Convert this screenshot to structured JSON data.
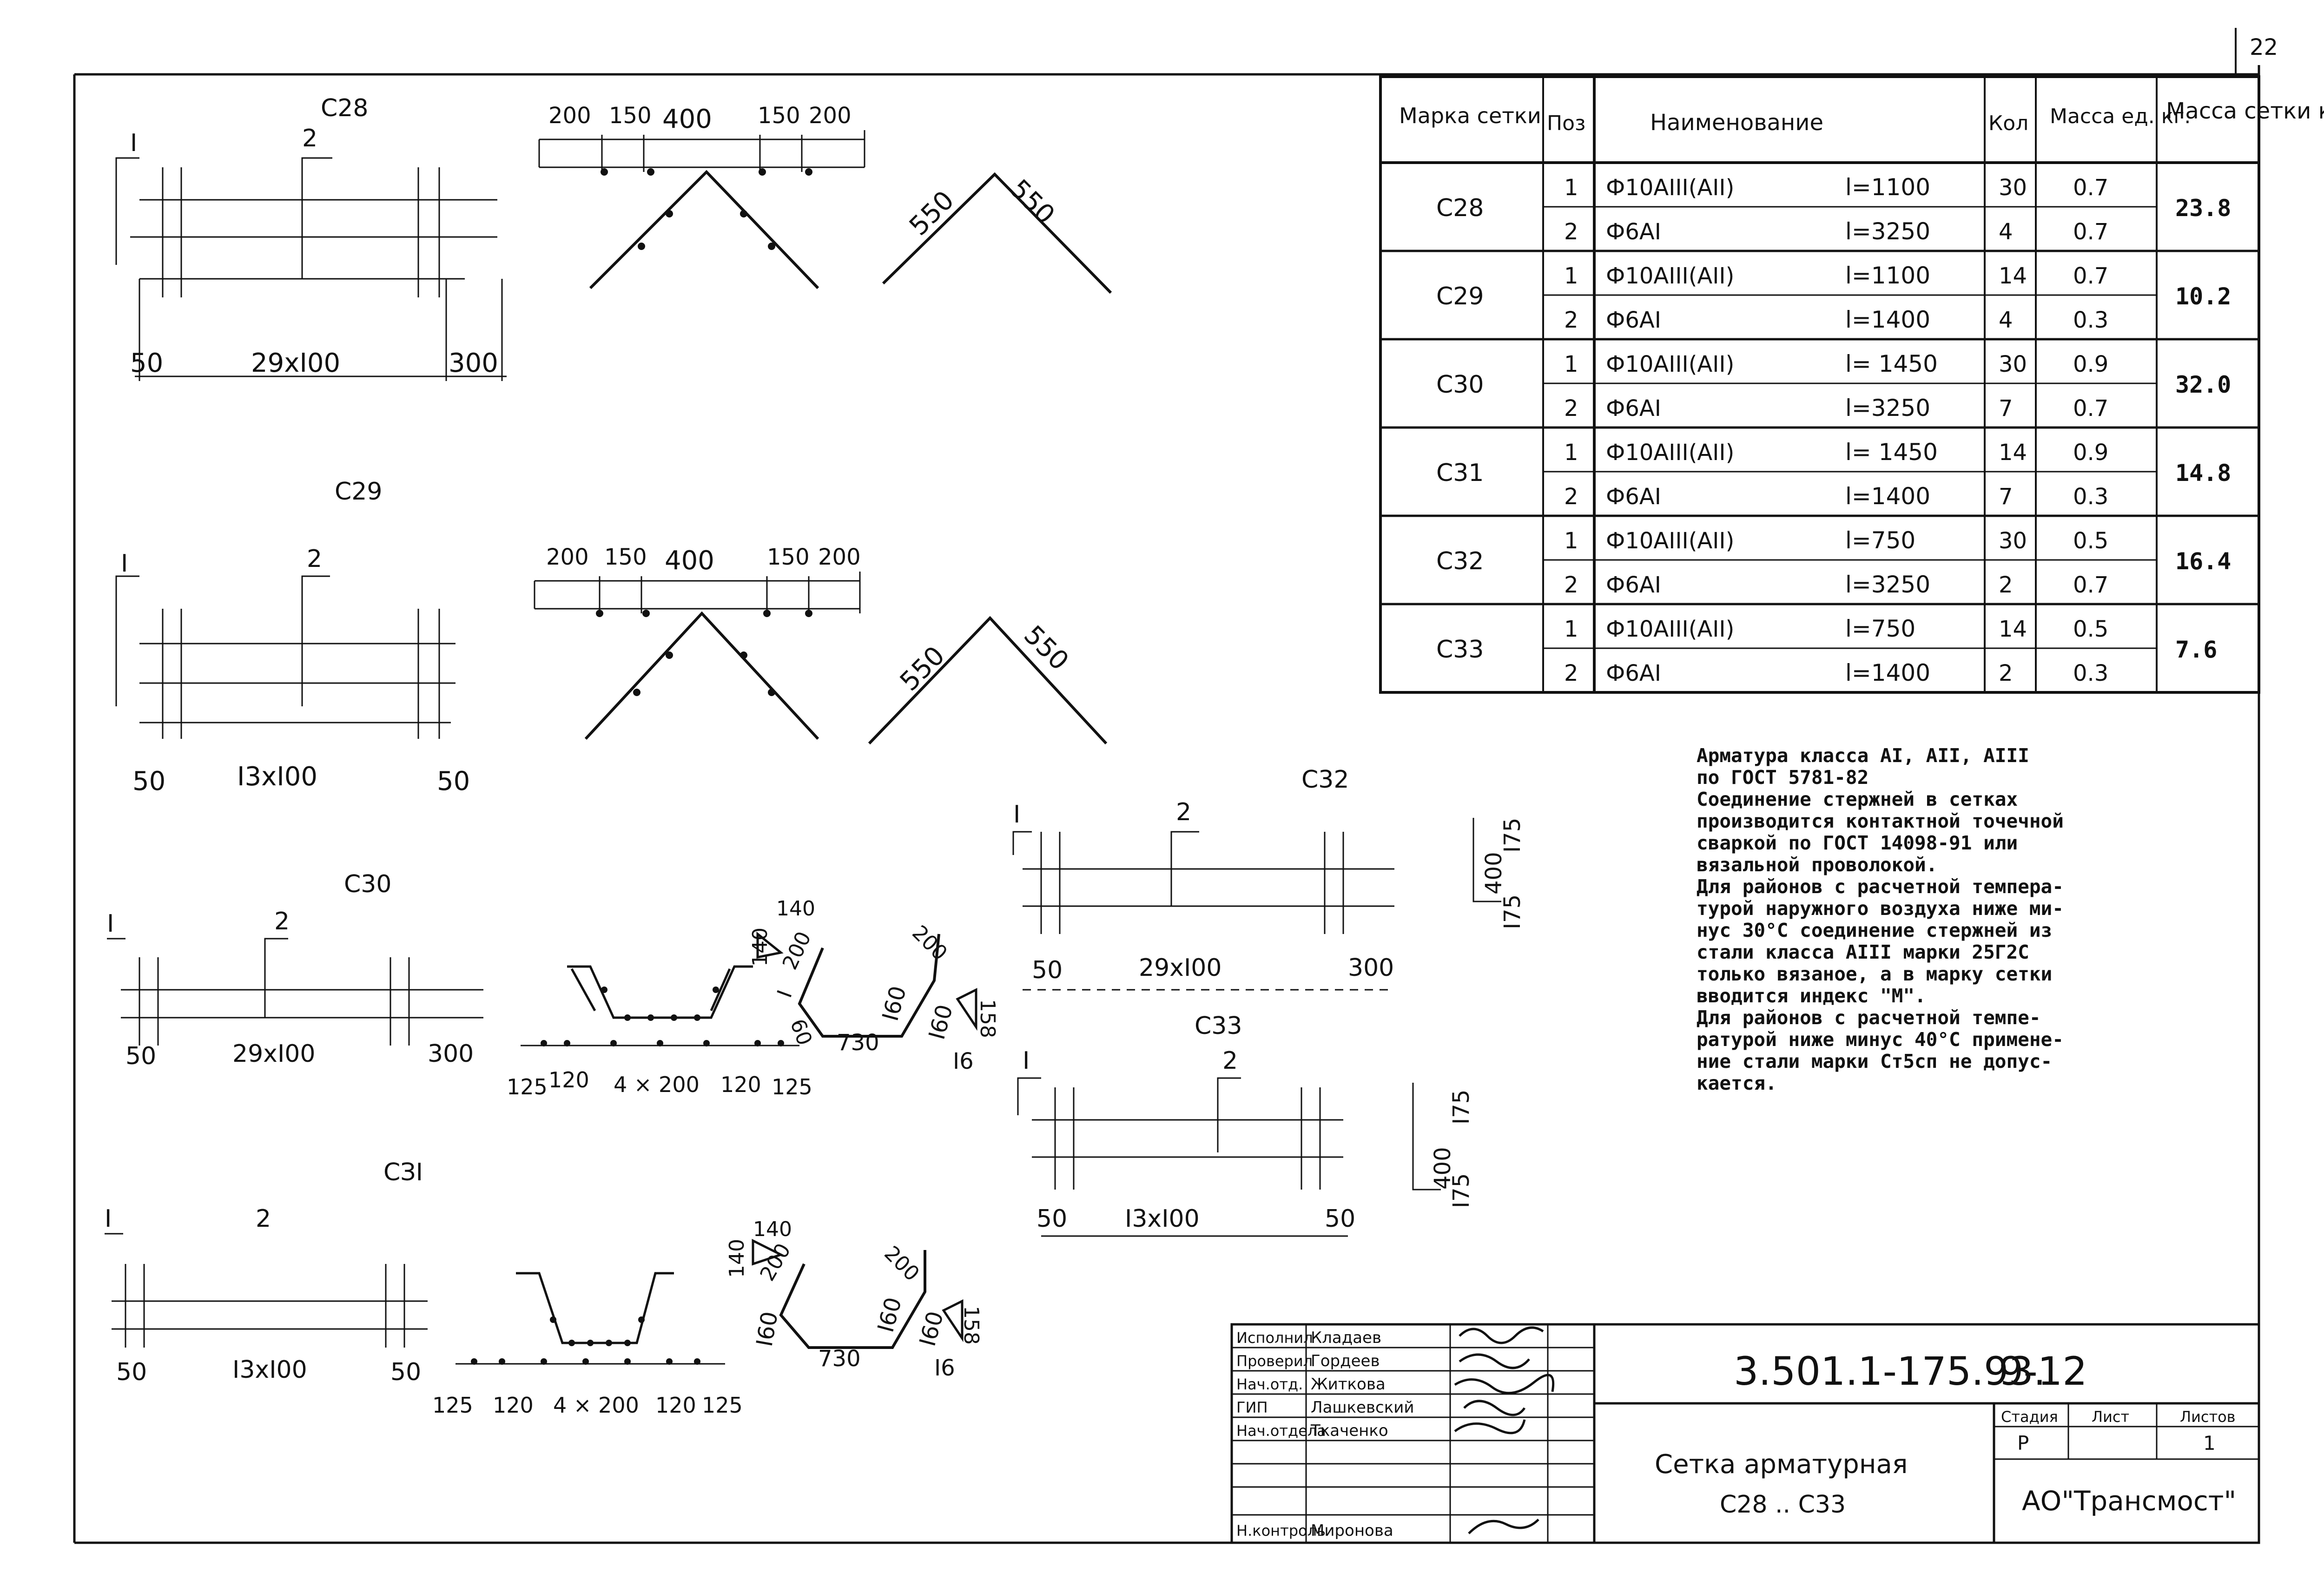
{
  "page_number": "22",
  "drawings": {
    "c28": {
      "title": "С28",
      "pos1": "I",
      "pos2": "2",
      "dim_left": "50",
      "dim_mid": "29хI00",
      "dim_right": "300",
      "top_dims": [
        "200",
        "150",
        "400",
        "150",
        "200"
      ],
      "diag_left": "550",
      "diag_right": "550"
    },
    "c29": {
      "title": "С29",
      "pos1": "I",
      "pos2": "2",
      "dim_left": "50",
      "dim_mid": "I3хI00",
      "dim_right": "50",
      "top_dims": [
        "200",
        "150",
        "400",
        "150",
        "200"
      ],
      "diag_left": "550",
      "diag_right": "550"
    },
    "c30": {
      "title": "С30",
      "pos1": "I",
      "pos2": "2",
      "dim_left": "50",
      "dim_mid": "29хI00",
      "dim_right": "300",
      "bottom_dims": [
        "125",
        "120",
        "4 × 200",
        "120",
        "125"
      ],
      "bend": [
        "140",
        "140",
        "200",
        "I",
        "60",
        "730",
        "I60",
        "I60",
        "158",
        "200",
        "I6"
      ]
    },
    "c31": {
      "title": "СЗI",
      "pos1": "I",
      "pos2": "2",
      "dim_left": "50",
      "dim_mid": "I3хI00",
      "dim_right": "50",
      "bottom_dims": [
        "125",
        "120",
        "4 × 200",
        "120",
        "125"
      ],
      "bend": [
        "140",
        "140",
        "200",
        "I60",
        "730",
        "I60",
        "I60",
        "158",
        "200",
        "I6"
      ]
    },
    "c32": {
      "title": "С32",
      "pos1": "I",
      "pos2": "2",
      "dim_left": "50",
      "dim_mid": "29хI00",
      "dim_right": "300",
      "side": [
        "400",
        "I75",
        "I75"
      ]
    },
    "c33": {
      "title": "С33",
      "pos1": "I",
      "pos2": "2",
      "dim_left": "50",
      "dim_mid": "I3хI00",
      "dim_right": "50",
      "side": [
        "400",
        "I75",
        "I75"
      ]
    }
  },
  "spec_table": {
    "headers": {
      "mark": "Марка сетки",
      "pos": "Поз",
      "name": "Наименование",
      "qty": "Кол",
      "unit_mass": "Масса ед. кг.",
      "mesh_mass": "Масса сетки кг."
    },
    "rows": [
      {
        "mark": "С28",
        "mass": "23.8",
        "items": [
          {
            "pos": "1",
            "name": "Ф10АIII(АII)",
            "len": "l=1100",
            "qty": "30",
            "um": "0.7"
          },
          {
            "pos": "2",
            "name": "Ф6АI",
            "len": "l=3250",
            "qty": "4",
            "um": "0.7"
          }
        ]
      },
      {
        "mark": "С29",
        "mass": "10.2",
        "items": [
          {
            "pos": "1",
            "name": "Ф10АIII(АII)",
            "len": "l=1100",
            "qty": "14",
            "um": "0.7"
          },
          {
            "pos": "2",
            "name": "Ф6АI",
            "len": "l=1400",
            "qty": "4",
            "um": "0.3"
          }
        ]
      },
      {
        "mark": "С30",
        "mass": "32.0",
        "items": [
          {
            "pos": "1",
            "name": "Ф10АIII(АII)",
            "len": "l= 1450",
            "qty": "30",
            "um": "0.9"
          },
          {
            "pos": "2",
            "name": "Ф6АI",
            "len": "l=3250",
            "qty": "7",
            "um": "0.7"
          }
        ]
      },
      {
        "mark": "С31",
        "mass": "14.8",
        "items": [
          {
            "pos": "1",
            "name": "Ф10АIII(АII)",
            "len": "l= 1450",
            "qty": "14",
            "um": "0.9"
          },
          {
            "pos": "2",
            "name": "Ф6АI",
            "len": "l=1400",
            "qty": "7",
            "um": "0.3"
          }
        ]
      },
      {
        "mark": "С32",
        "mass": "16.4",
        "items": [
          {
            "pos": "1",
            "name": "Ф10АIII(АII)",
            "len": "l=750",
            "qty": "30",
            "um": "0.5"
          },
          {
            "pos": "2",
            "name": "Ф6АI",
            "len": "l=3250",
            "qty": "2",
            "um": "0.7"
          }
        ]
      },
      {
        "mark": "С33",
        "mass": "7.6",
        "items": [
          {
            "pos": "1",
            "name": "Ф10АIII(АII)",
            "len": "l=750",
            "qty": "14",
            "um": "0.5"
          },
          {
            "pos": "2",
            "name": "Ф6АI",
            "len": "l=1400",
            "qty": "2",
            "um": "0.3"
          }
        ]
      }
    ]
  },
  "notes": [
    "Арматура класса АI, АII, АIII",
    "по ГОСТ 5781-82",
    "Соединение стержней в сетках",
    "производится контактной точечной",
    "сваркой по ГОСТ 14098-91 или",
    "вязальной проволокой.",
    "Для районов с расчетной темпера-",
    "турой наружного воздуха ниже ми-",
    "нус 30°С соединение стержней из",
    "стали класса АIII марки 25Г2С",
    "только вязаное, а в марку сетки",
    "вводится индекс \"М\".",
    "Для районов с расчетной темпе-",
    "ратурой ниже минус 40°С примене-",
    "ние стали марки Ст5сп не допус-",
    "кается."
  ],
  "title_block": {
    "people": [
      {
        "role": "Исполнил",
        "name": "Кладаев"
      },
      {
        "role": "Проверил",
        "name": "Гордеев"
      },
      {
        "role": "Нач.отд.",
        "name": "Житкова"
      },
      {
        "role": "ГИП",
        "name": "Лашкевский"
      },
      {
        "role": "Нач.отдела",
        "name": "Ткаченко"
      },
      {
        "role": "",
        "name": ""
      },
      {
        "role": "Н.контроль",
        "name": "Миронова"
      }
    ],
    "doc_code": "3.501.1-175.93.",
    "sheet_range": "9-12",
    "title_line1": "Сетка арматурная",
    "title_line2": "С28 .. С33",
    "stage_label": "Стадия",
    "sheet_label": "Лист",
    "sheets_label": "Листов",
    "stage_value": "Р",
    "sheet_value": "",
    "sheets_value": "1",
    "company": "АО\"Трансмост\""
  }
}
